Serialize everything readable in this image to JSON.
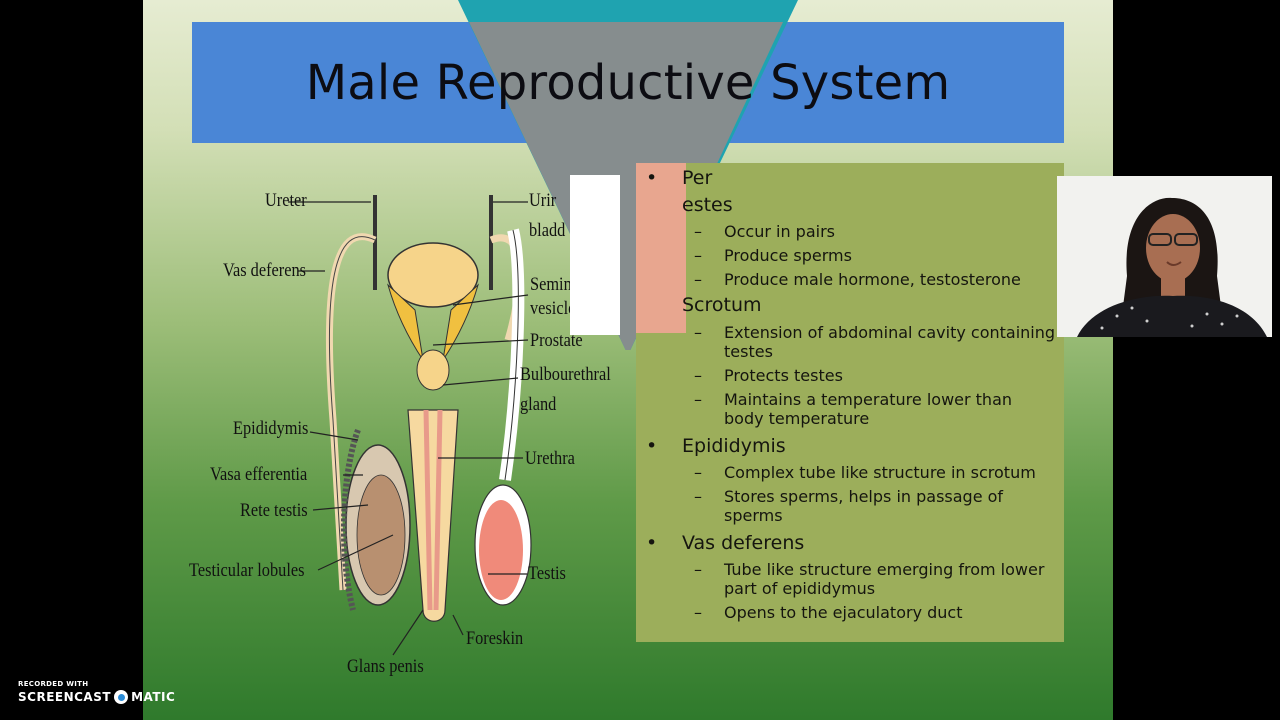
{
  "slide": {
    "title": "Male Reproductive System",
    "colors": {
      "title_bar": "#4a86d6",
      "teal": "#1fa3b0",
      "gray": "#8c8c8c",
      "text_box": "#9cae5b",
      "pink": "#e8a68f"
    }
  },
  "diagram": {
    "labels": {
      "ureter": "Ureter",
      "urinary_bladder_1": "Urir",
      "urinary_bladder_2": "bladd",
      "vas_deferens": "Vas deferens",
      "seminal_vesicle_1": "Seminal",
      "seminal_vesicle_2": "vesicle",
      "prostate": "Prostate",
      "bulbourethral_1": "Bulbourethral",
      "bulbourethral_2": "gland",
      "epididymis": "Epididymis",
      "vasa_efferentia": "Vasa efferentia",
      "urethra": "Urethra",
      "rete_testis": "Rete testis",
      "testicular_lobules": "Testicular lobules",
      "testis": "Testis",
      "foreskin": "Foreskin",
      "glans_penis": "Glans penis"
    }
  },
  "content": {
    "items": [
      {
        "heading": "Per",
        "subs": []
      },
      {
        "heading": "estes",
        "subs": [
          "Occur in pairs",
          "Produce sperms",
          "Produce male hormone, testosterone"
        ]
      },
      {
        "heading": "Scrotum",
        "subs": [
          "Extension of abdominal cavity containing testes",
          "Protects testes",
          "Maintains a temperature lower than body temperature"
        ]
      },
      {
        "heading": "Epididymis",
        "subs": [
          "Complex tube like structure in scrotum",
          "Stores sperms, helps in passage of sperms"
        ]
      },
      {
        "heading": "Vas deferens",
        "subs": [
          "Tube like structure emerging from lower part of epididymus",
          "Opens to the ejaculatory duct"
        ]
      }
    ]
  },
  "watermark": {
    "line1": "RECORDED WITH",
    "line2a": "SCREENCAST",
    "line2b": "MATIC"
  }
}
